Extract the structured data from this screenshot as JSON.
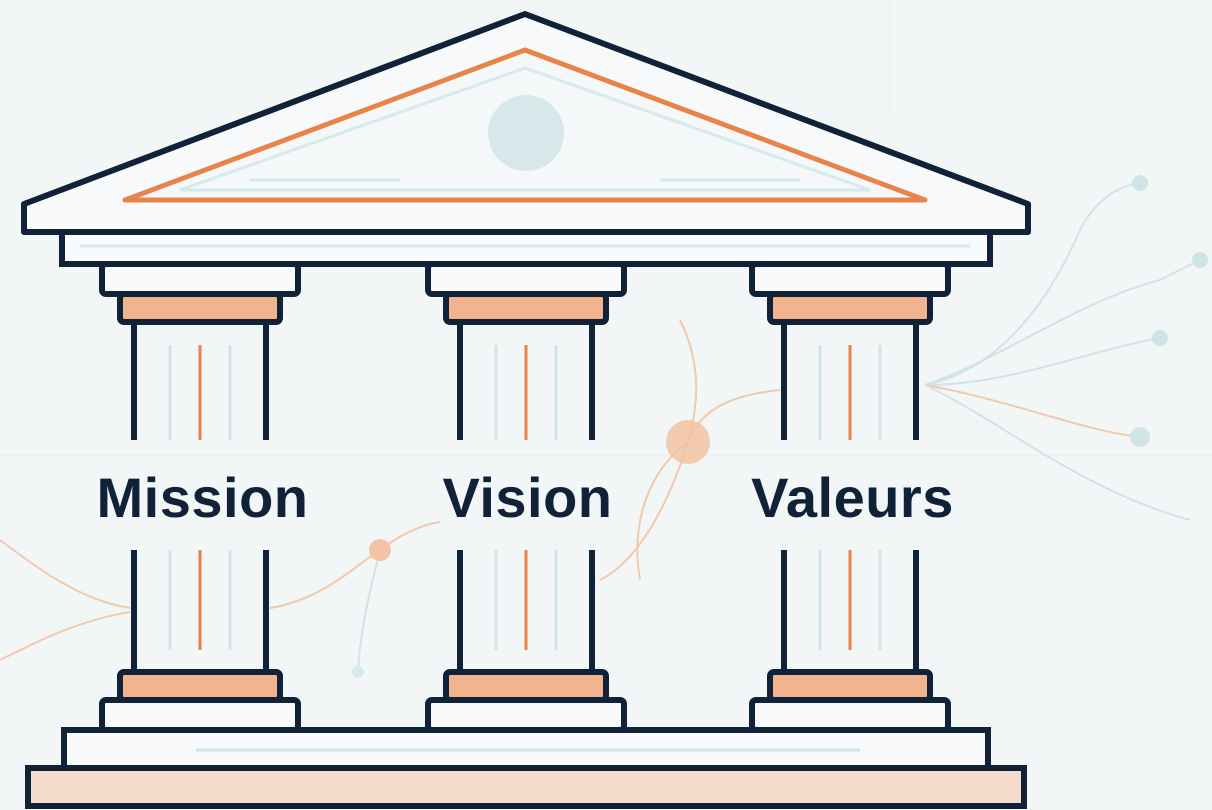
{
  "pillars": [
    {
      "label": "Mission"
    },
    {
      "label": "Vision"
    },
    {
      "label": "Valeurs"
    }
  ],
  "colors": {
    "background": "#f3f6f6",
    "outline": "#0f2238",
    "accent_orange": "#e8844a",
    "accent_peach": "#f2b48c",
    "accent_teal": "#bfe0e4",
    "stone": "#f7f9fa",
    "text": "#0f2238"
  },
  "icons": [
    "temple-pediment",
    "pillar",
    "network-lines"
  ]
}
